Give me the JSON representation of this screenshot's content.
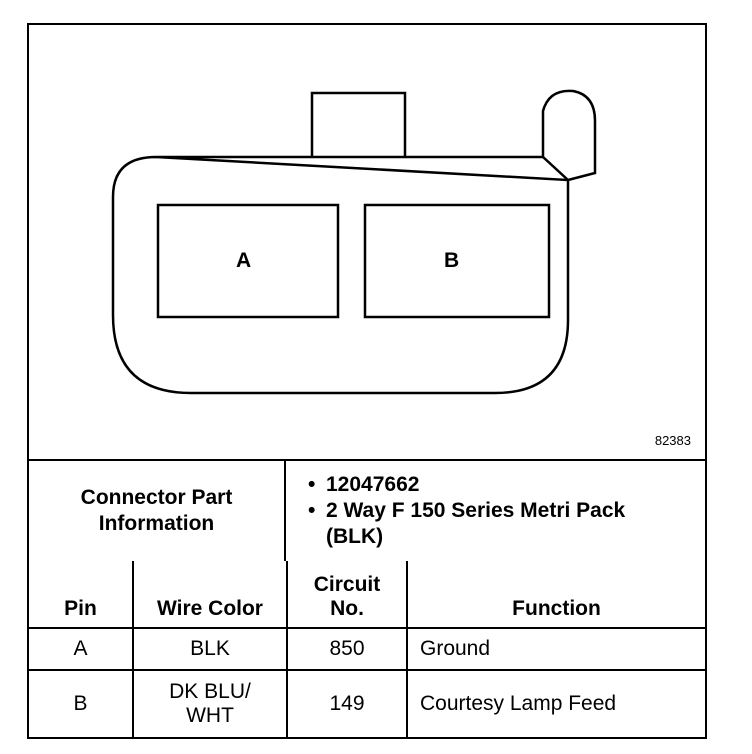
{
  "diagram": {
    "cavities": [
      {
        "label": "A"
      },
      {
        "label": "B"
      }
    ],
    "figure_number": "82383"
  },
  "connector_part_information": {
    "label_line1": "Connector Part",
    "label_line2": "Information",
    "items": [
      "12047662",
      "2 Way F 150 Series Metri Pack (BLK)"
    ]
  },
  "pin_table": {
    "headers": {
      "pin": "Pin",
      "wire_color": "Wire Color",
      "circuit_line1": "Circuit",
      "circuit_line2": "No.",
      "function": "Function"
    },
    "rows": [
      {
        "pin": "A",
        "wire_color_line1": "BLK",
        "wire_color_line2": "",
        "circuit": "850",
        "function": "Ground"
      },
      {
        "pin": "B",
        "wire_color_line1": "DK BLU/",
        "wire_color_line2": "WHT",
        "circuit": "149",
        "function": "Courtesy Lamp Feed"
      }
    ]
  }
}
